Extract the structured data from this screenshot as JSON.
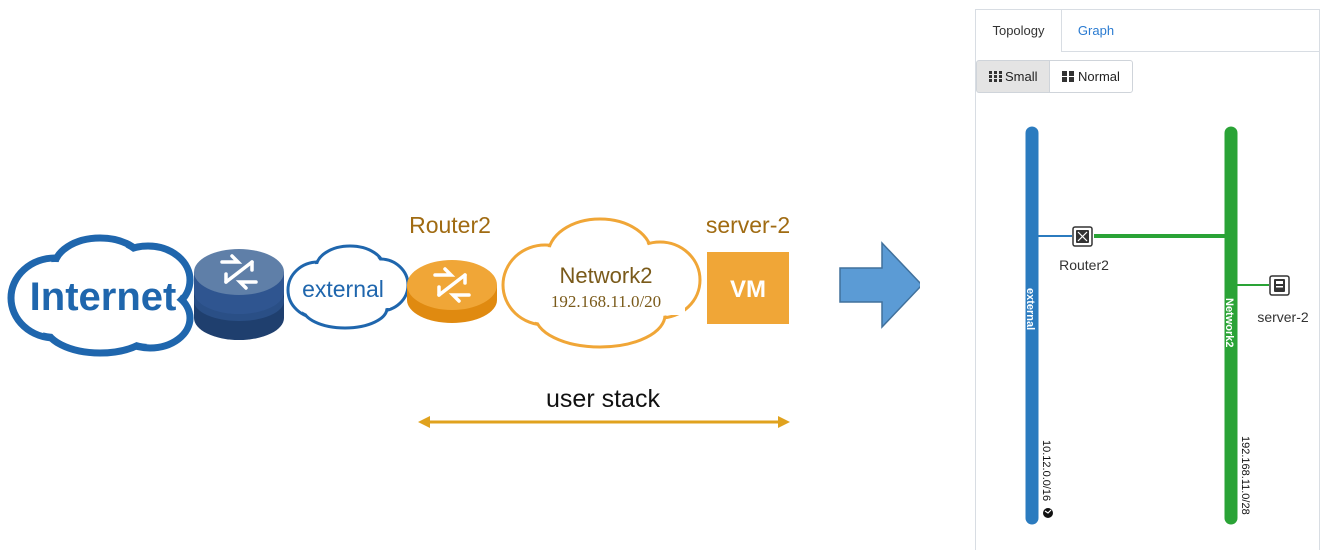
{
  "diagram": {
    "internet_label": "Internet",
    "external_label": "external",
    "router_label": "Router2",
    "network_label": "Network2",
    "network_cidr": "192.168.11.0/20",
    "server_label": "server-2",
    "vm_label": "VM",
    "stack_label": "user stack"
  },
  "panel": {
    "tabs": [
      {
        "label": "Topology",
        "active": true
      },
      {
        "label": "Graph",
        "active": false
      }
    ],
    "size_buttons": [
      {
        "label": "Small",
        "active": true
      },
      {
        "label": "Normal",
        "active": false
      }
    ],
    "topology": {
      "networks": [
        {
          "name": "external",
          "cidr": "10.12.0.0/16",
          "color": "#2b7bbf"
        },
        {
          "name": "Network2",
          "cidr": "192.168.11.0/28",
          "color": "#2aa336"
        }
      ],
      "router": {
        "name": "Router2"
      },
      "server": {
        "name": "server-2"
      }
    }
  },
  "colors": {
    "internet_blue": "#1f66ad",
    "router_dark": "#3a5a8c",
    "stack_orange": "#f0a637",
    "network_text": "#7a5a1a",
    "arrow_blue": "#5b9bd5",
    "line_orange": "#e0a21e"
  }
}
